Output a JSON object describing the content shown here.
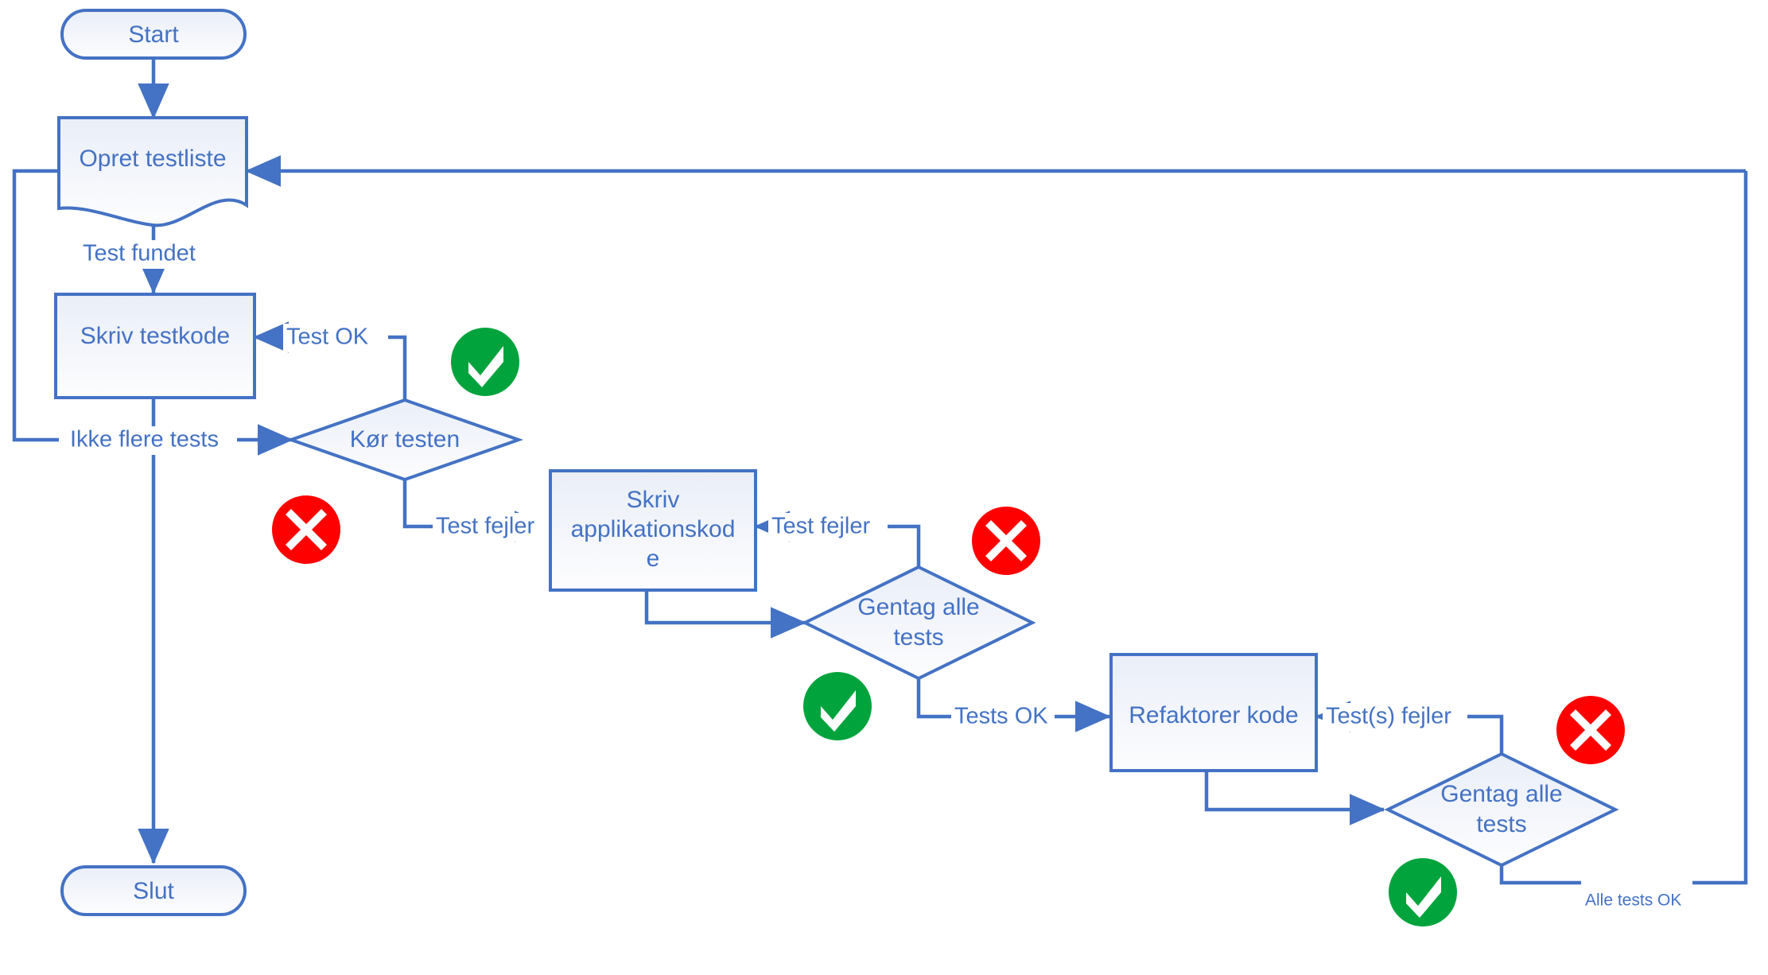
{
  "diagram": {
    "title": "TDD flowchart (Danish)",
    "colors": {
      "stroke": "#4472C4",
      "text": "#4472C4",
      "shape_fill_top": "#EDF1F9",
      "shape_fill_bottom": "#FCFDFE",
      "success": "#00A33C",
      "failure": "#FF0000",
      "background": "#FFFFFF"
    },
    "nodes": [
      {
        "id": "start",
        "type": "terminator",
        "label": "Start"
      },
      {
        "id": "opret",
        "type": "document",
        "label": "Opret testliste"
      },
      {
        "id": "skrivtest",
        "type": "process",
        "label": "Skriv testkode"
      },
      {
        "id": "kor",
        "type": "decision",
        "label": "Kør testen"
      },
      {
        "id": "skrivapp",
        "type": "process",
        "label_line1": "Skriv",
        "label_line2": "applikationskod",
        "label_line3": "e"
      },
      {
        "id": "gentag1",
        "type": "decision",
        "label_line1": "Gentag alle",
        "label_line2": "tests"
      },
      {
        "id": "refaktor",
        "type": "process",
        "label": "Refaktorer kode"
      },
      {
        "id": "gentag2",
        "type": "decision",
        "label_line1": "Gentag alle",
        "label_line2": "tests"
      },
      {
        "id": "slut",
        "type": "terminator",
        "label": "Slut"
      }
    ],
    "edge_labels": {
      "test_fundet": "Test fundet",
      "ikke_flere_tests": "Ikke flere tests",
      "test_ok": "Test OK",
      "test_fejler_1": "Test fejler",
      "test_fejler_2": "Test fejler",
      "tests_ok": "Tests OK",
      "tests_fejler_3": "Test(s) fejler",
      "alle_tests_ok": "Alle tests OK"
    },
    "status_icons": [
      {
        "id": "check-1",
        "kind": "check-icon",
        "near": "kor"
      },
      {
        "id": "cross-1",
        "kind": "cross-icon",
        "near": "kor"
      },
      {
        "id": "cross-2",
        "kind": "cross-icon",
        "near": "gentag1"
      },
      {
        "id": "check-2",
        "kind": "check-icon",
        "near": "gentag1"
      },
      {
        "id": "cross-3",
        "kind": "cross-icon",
        "near": "gentag2"
      },
      {
        "id": "check-3",
        "kind": "check-icon",
        "near": "gentag2"
      }
    ]
  }
}
